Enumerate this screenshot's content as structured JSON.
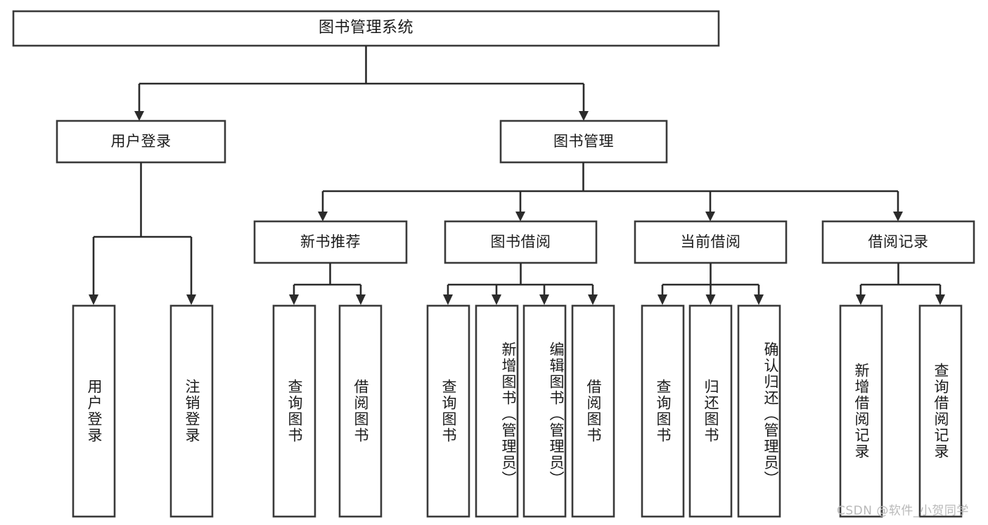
{
  "diagram": {
    "title": "图书管理系统",
    "type": "tree-hierarchy-diagram",
    "watermark": "CSDN @软件_小贺同学",
    "colors": {
      "box_stroke": "#3a3a3a",
      "connector": "#2b2b2b",
      "box_fill": "#ffffff",
      "text": "#1b1b1b",
      "watermark": "#b9b9b9",
      "background": "#ffffff"
    },
    "levels": {
      "root": {
        "label": "图书管理系统"
      },
      "level2": [
        {
          "label": "用户登录"
        },
        {
          "label": "图书管理"
        }
      ],
      "level3": [
        {
          "label": "新书推荐"
        },
        {
          "label": "图书借阅"
        },
        {
          "label": "当前借阅"
        },
        {
          "label": "借阅记录"
        }
      ]
    },
    "groups": [
      {
        "parent": "用户登录",
        "leaves": [
          {
            "label": "用户登录"
          },
          {
            "label": "注销登录"
          }
        ]
      },
      {
        "parent": "新书推荐",
        "leaves": [
          {
            "label": "查询图书"
          },
          {
            "label": "借阅图书"
          }
        ]
      },
      {
        "parent": "图书借阅",
        "leaves": [
          {
            "label": "查询图书"
          },
          {
            "label": "新增图书（管理员）"
          },
          {
            "label": "编辑图书（管理员）"
          },
          {
            "label": "借阅图书"
          }
        ]
      },
      {
        "parent": "当前借阅",
        "leaves": [
          {
            "label": "查询图书"
          },
          {
            "label": "归还图书"
          },
          {
            "label": "确认归还（管理员）"
          }
        ]
      },
      {
        "parent": "借阅记录",
        "leaves": [
          {
            "label": "新增借阅记录"
          },
          {
            "label": "查询借阅记录"
          }
        ]
      }
    ],
    "leaf_labels": {
      "l1": "用户登录",
      "l2": "注销登录",
      "l3": "查询图书",
      "l4": "借阅图书",
      "l5": "查询图书",
      "l6": "新增图书（管理员）",
      "l7": "编辑图书（管理员）",
      "l8": "借阅图书",
      "l9": "查询图书",
      "l10": "归还图书",
      "l11": "确认归还（管理员）",
      "l12": "新增借阅记录",
      "l13": "查询借阅记录"
    }
  }
}
